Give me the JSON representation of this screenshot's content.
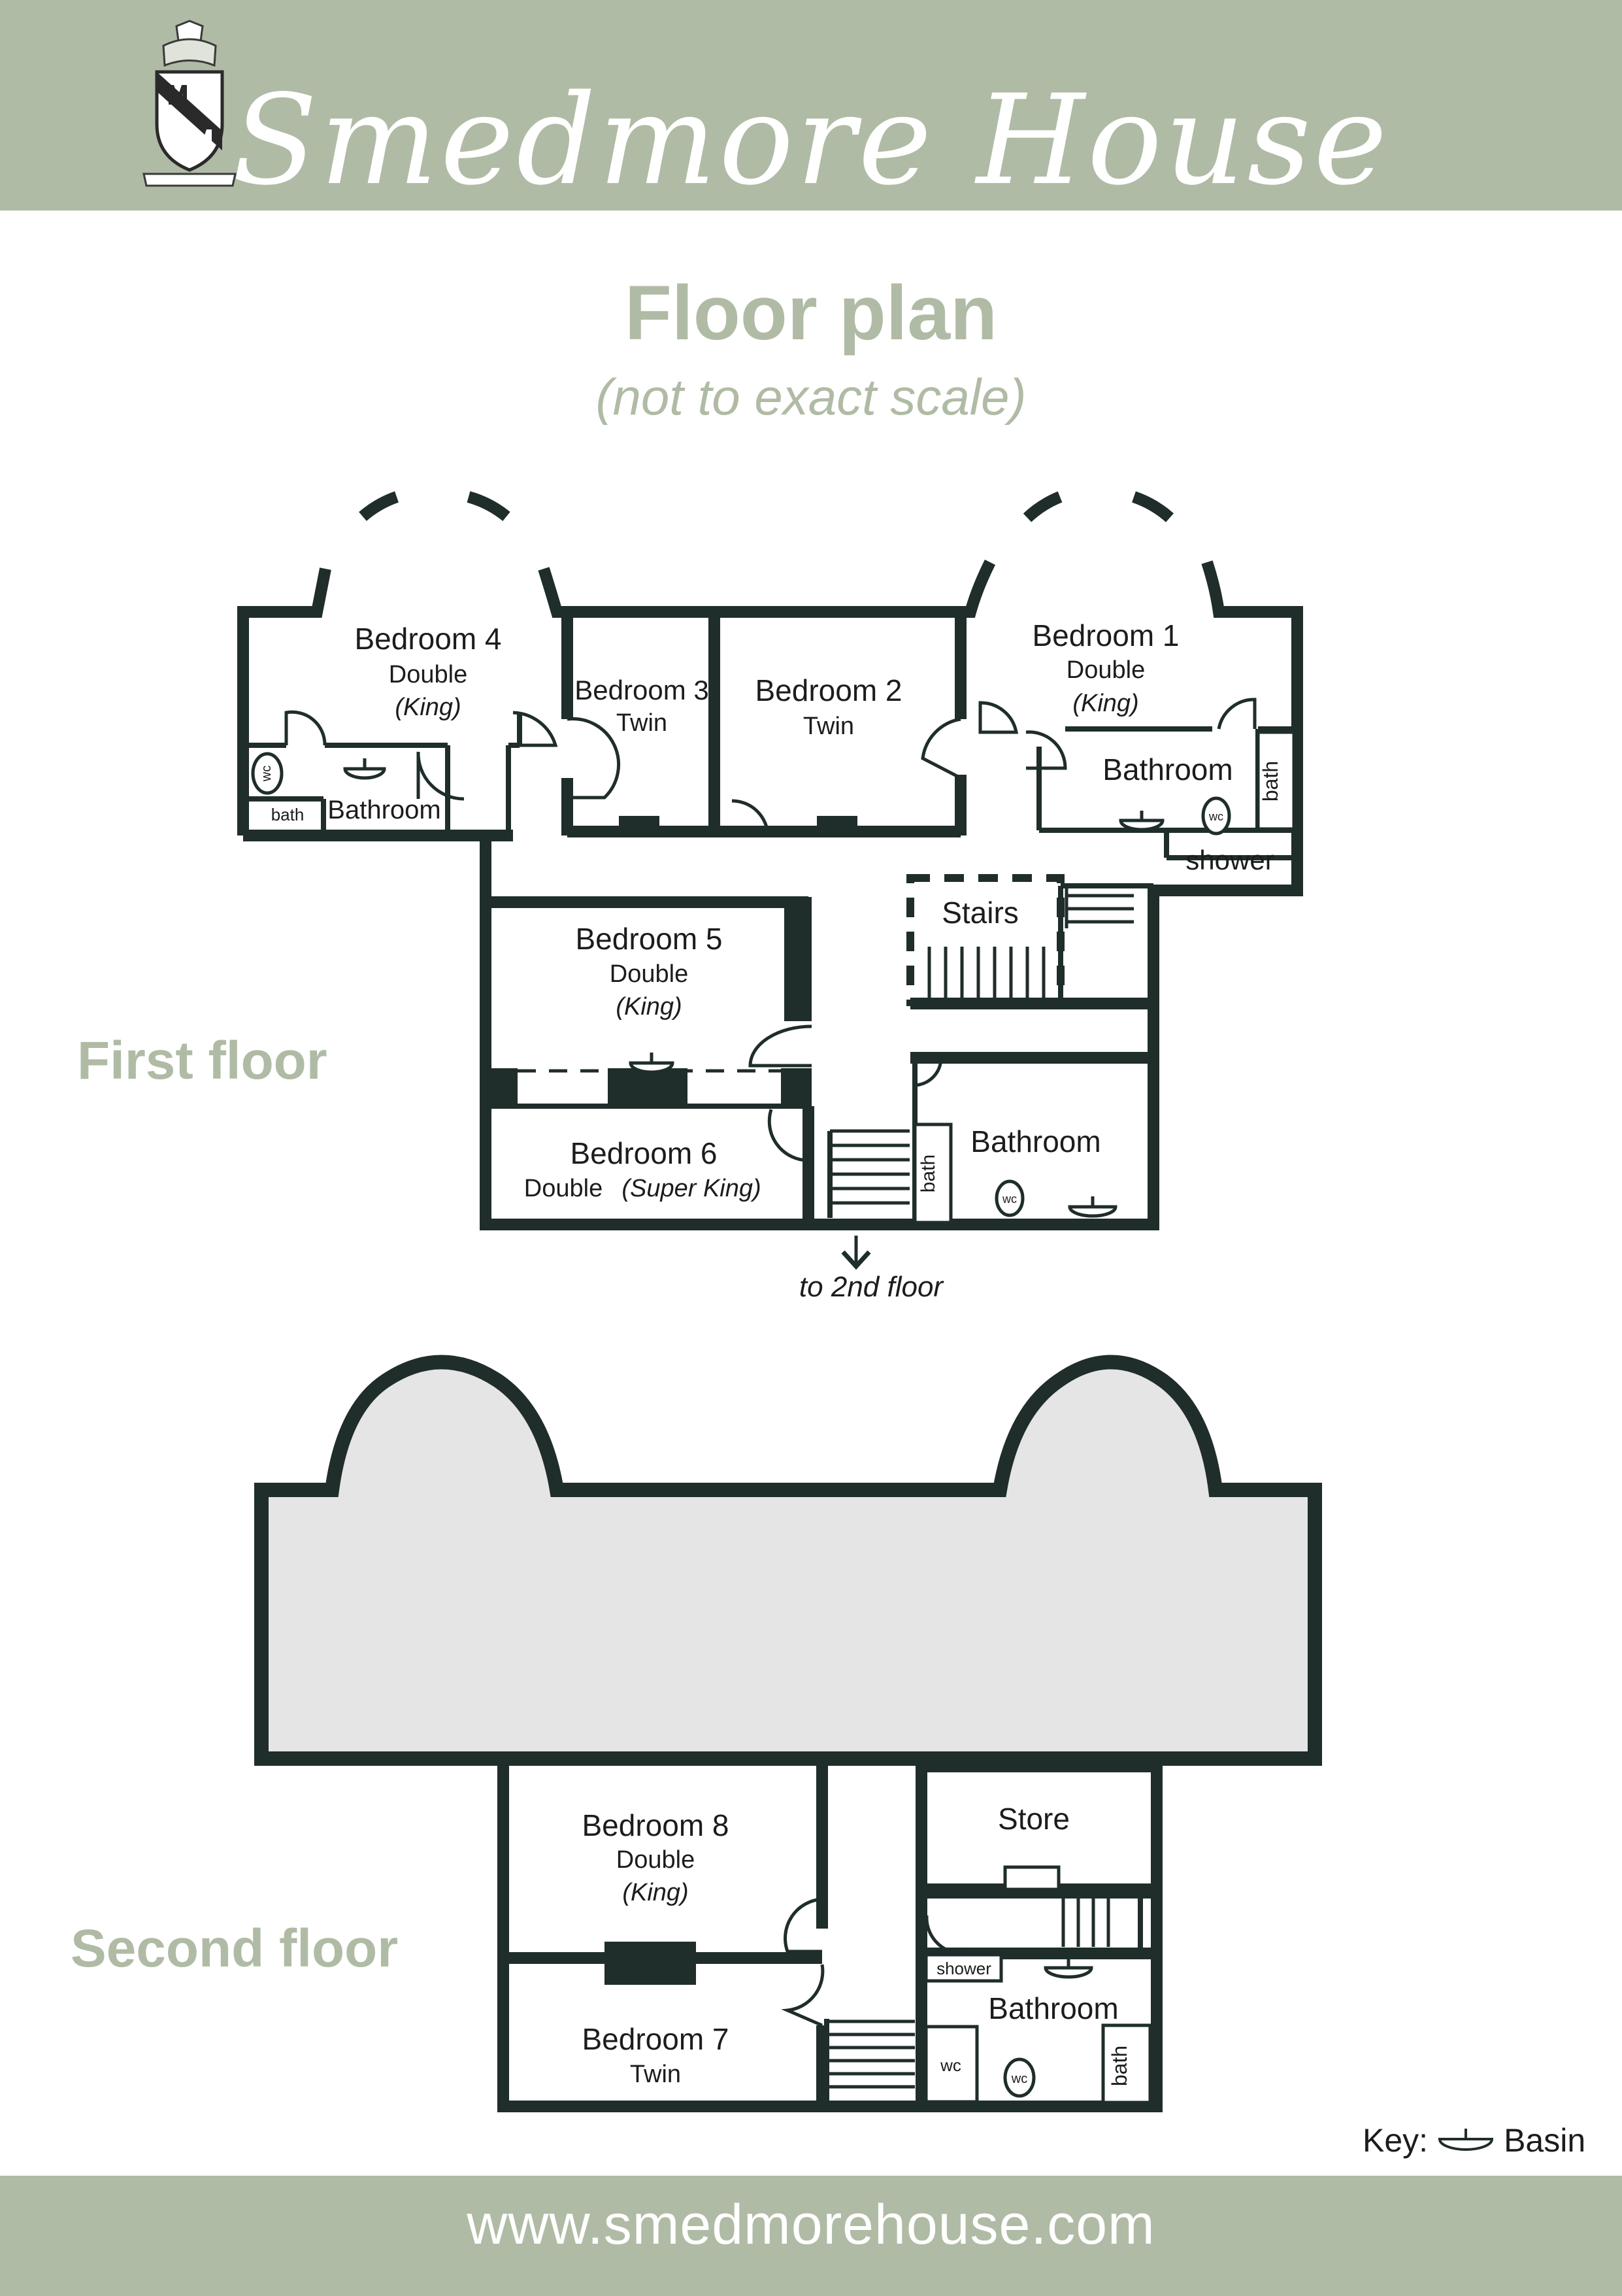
{
  "header": {
    "title": "Smedmore House"
  },
  "page": {
    "heading": "Floor plan",
    "subheading": "(not to exact scale)"
  },
  "first_floor": {
    "label": "First floor",
    "rooms": {
      "bedroom4": {
        "name": "Bedroom 4",
        "type": "Double",
        "bed": "(King)"
      },
      "bedroom3": {
        "name": "Bedroom 3",
        "type": "Twin"
      },
      "bedroom2": {
        "name": "Bedroom 2",
        "type": "Twin"
      },
      "bedroom1": {
        "name": "Bedroom 1",
        "type": "Double",
        "bed": "(King)"
      },
      "bedroom5": {
        "name": "Bedroom 5",
        "type": "Double",
        "bed": "(King)"
      },
      "bedroom6": {
        "name": "Bedroom 6",
        "type": "Double",
        "bed": "(Super King)"
      },
      "bathroom_west": "Bathroom",
      "bathroom_east": "Bathroom",
      "bathroom_central": "Bathroom",
      "stairs": "Stairs",
      "shower": "shower"
    },
    "fixtures": {
      "wc": "wc",
      "bath": "bath"
    },
    "stair_note": "to 2nd floor"
  },
  "second_floor": {
    "label": "Second floor",
    "rooms": {
      "bedroom8": {
        "name": "Bedroom 8",
        "type": "Double",
        "bed": "(King)"
      },
      "bedroom7": {
        "name": "Bedroom 7",
        "type": "Twin"
      },
      "store": "Store",
      "bathroom": "Bathroom",
      "shower": "shower"
    },
    "fixtures": {
      "wc": "wc",
      "bath": "bath"
    }
  },
  "key": {
    "label": "Key:",
    "basin": "Basin"
  },
  "footer": {
    "url": "www.smedmorehouse.com"
  },
  "colors": {
    "brand": "#b0bba5",
    "wall": "#1f2d2b",
    "roof": "#e5e5e5"
  }
}
